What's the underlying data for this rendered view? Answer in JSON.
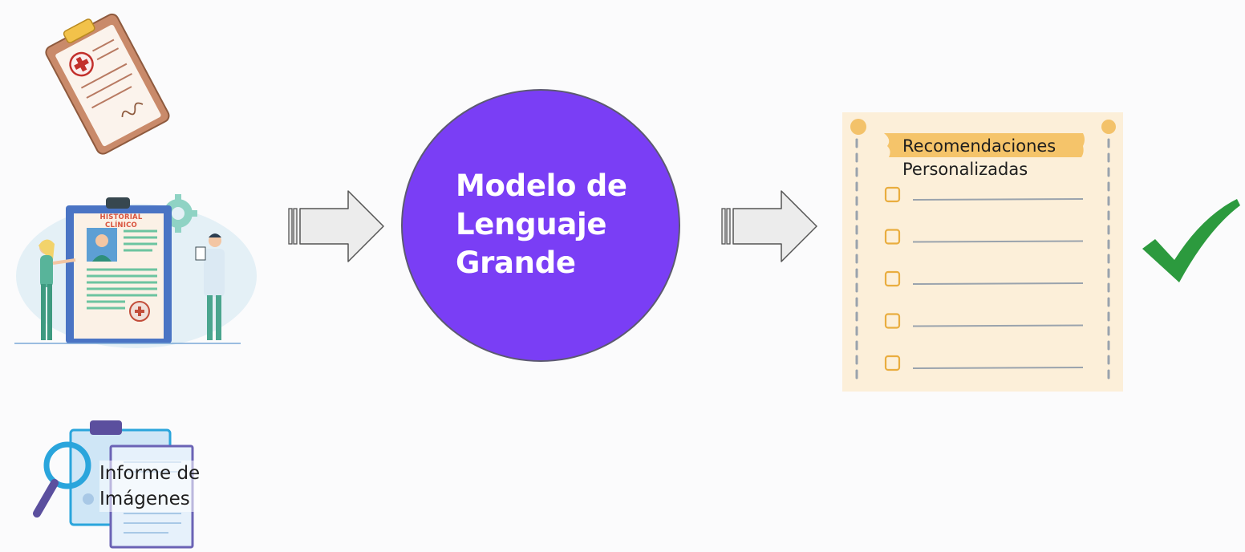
{
  "inputs": {
    "historial_title": "HISTORIAL CLÍNICO",
    "informe_line1": "Informe de",
    "informe_line2": "Imágenes"
  },
  "model": {
    "line1": "Modelo de",
    "line2": "Lenguaje",
    "line3": "Grande",
    "color": "#7a3ef5"
  },
  "output": {
    "title_line1": "Recomendaciones",
    "title_line2": "Personalizadas",
    "checklist_item_count": 5,
    "check_color": "#2c9a3e"
  },
  "icons": {
    "clipboard": "clipboard-medical-icon",
    "historial": "medical-record-illustration",
    "informe": "imaging-report-magnifier-icon",
    "arrow": "right-arrow-icon",
    "check": "checkmark-icon"
  }
}
